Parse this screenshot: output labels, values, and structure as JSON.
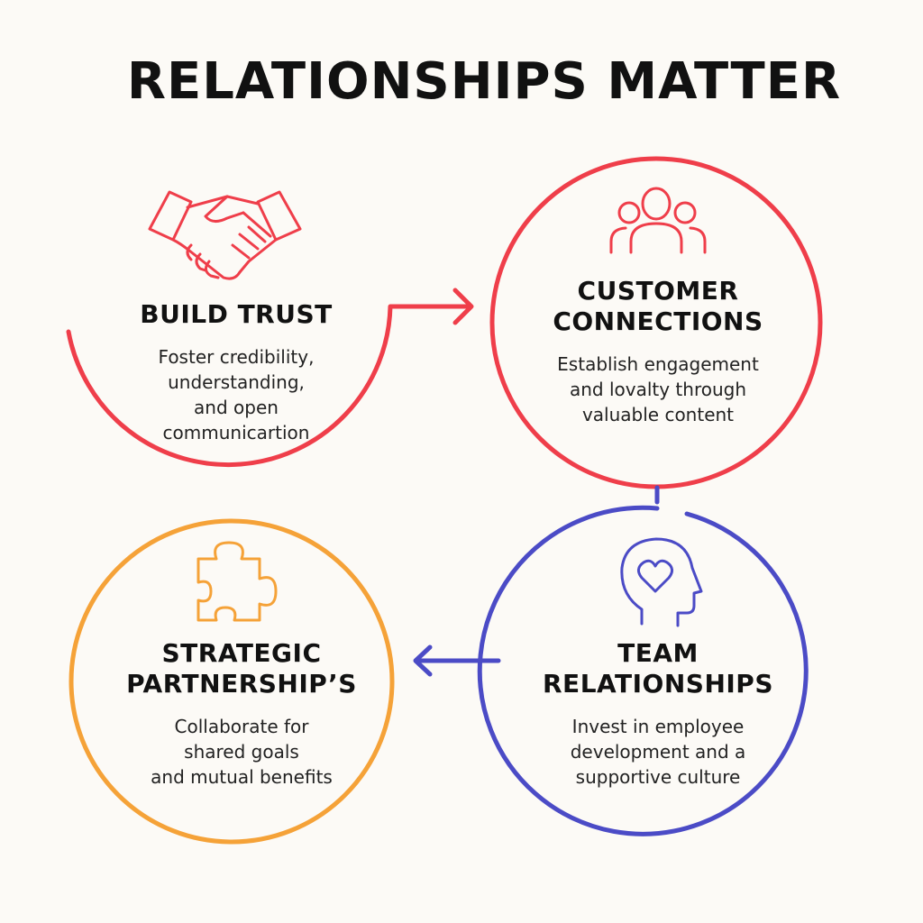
{
  "title": "RELATIONSHIPS MATTER",
  "colors": {
    "red": "#ef3e4a",
    "orange": "#f5a238",
    "indigo": "#4b4bc6",
    "text": "#111111",
    "background": "#fcfaf6"
  },
  "sections": {
    "build_trust": {
      "icon": "handshake-icon",
      "heading": "BUILD TRUST",
      "lines": [
        "Foster credibility,",
        "understanding,",
        "and open",
        "communicartion"
      ]
    },
    "customer_connections": {
      "icon": "people-group-icon",
      "heading_lines": [
        "CUSTOMER",
        "CONNECTIONS"
      ],
      "lines": [
        "Establish engagement",
        "and lovalty through",
        "valuable content"
      ]
    },
    "strategic_partnerships": {
      "icon": "puzzle-piece-icon",
      "heading_lines": [
        "STRATEGIC",
        "PARTNERSHIP’S"
      ],
      "lines": [
        "Collaborate for",
        "shared goals",
        "and mutual benefits"
      ]
    },
    "team_relationships": {
      "icon": "head-heart-icon",
      "heading_lines": [
        "TEAM",
        "RELATIONSHIPS"
      ],
      "lines": [
        "Invest in employee",
        "development and a",
        "supportive culture"
      ]
    }
  }
}
